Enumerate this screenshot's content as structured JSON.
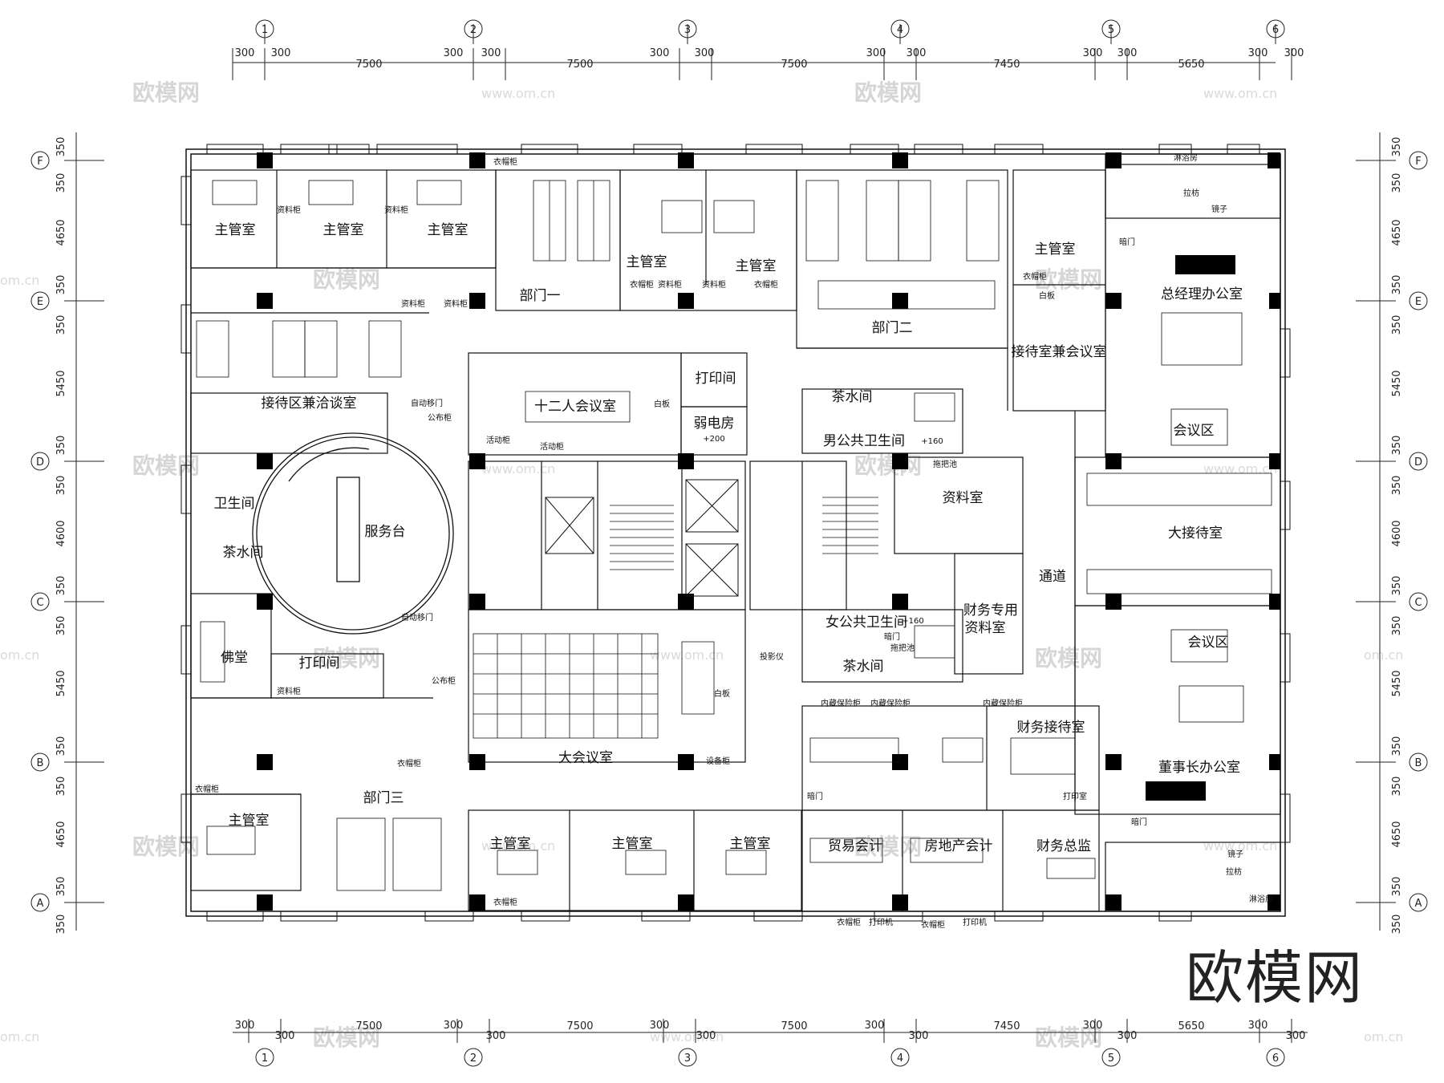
{
  "grid_top": {
    "axes": [
      "1",
      "2",
      "3",
      "4",
      "5",
      "6"
    ],
    "spans": [
      "7500",
      "7500",
      "7500",
      "7450",
      "5650"
    ],
    "offset": "300"
  },
  "grid_side": {
    "axes": [
      "F",
      "E",
      "D",
      "C",
      "B",
      "A"
    ],
    "spans": [
      "4650",
      "5450",
      "4600",
      "5450",
      "4650"
    ],
    "offset": "350"
  },
  "rooms": {
    "zhuguan": "主管室",
    "bumen1": "部门一",
    "bumen2": "部门二",
    "bumen3": "部门三",
    "jiedai_qiatan": "接待区兼洽谈室",
    "shier_huiyi": "十二人会议室",
    "dayin": "打印间",
    "ruodian": "弱电房",
    "chashui": "茶水间",
    "nan_wc": "男公共卫生间",
    "nv_wc": "女公共卫生间",
    "ziliao": "资料室",
    "caiwu_ziliao1": "财务专用",
    "caiwu_ziliao2": "资料室",
    "tongdao": "通道",
    "fuwutai": "服务台",
    "weisheng": "卫生间",
    "fotang": "佛堂",
    "dahuiyi": "大会议室",
    "jiedai_huiyi": "接待室兼会议室",
    "zongjingli": "总经理办公室",
    "huiyiqu": "会议区",
    "dajiedai": "大接待室",
    "dongshizhang": "董事长办公室",
    "caiwu_jiedai": "财务接待室",
    "maoyi": "贸易会计",
    "fangdichan": "房地产会计",
    "caiwu_zongjian": "财务总监"
  },
  "notes": {
    "yiguigui": "衣帽柜",
    "ziliaogui": "资料柜",
    "zidong_yimen": "自动移门",
    "gongbugui": "公布柜",
    "baiban": "白板",
    "huodong_gui": "活动柜",
    "touyingyi": "投影仪",
    "shebei_gui": "设备柜",
    "neicang": "内藏保险柜",
    "dayinji": "打印机",
    "dayinshi": "打印室",
    "anmen": "暗门",
    "elev200": "+200",
    "elev160": "+160",
    "zhebaochi": "拖把池",
    "jingzi": "镜子",
    "linyu": "淋浴房",
    "lagui": "拉枋"
  },
  "watermark": {
    "text": "欧模网",
    "url": "www.om.cn",
    "url_short": "om.cn"
  }
}
